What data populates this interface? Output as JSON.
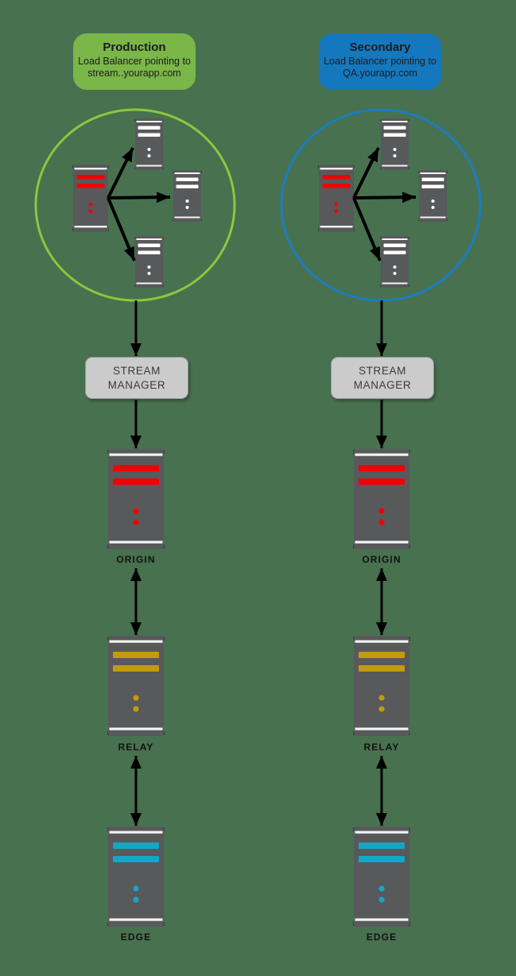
{
  "colors": {
    "background": "#48714F",
    "production_green": "#7AB648",
    "secondary_blue": "#1578BE",
    "circle_green": "#8DC63F",
    "circle_blue": "#1B7CC0",
    "server_gray": "#58595B",
    "server_stripe_white": "#F4F4F4",
    "server_feet_dark": "#3E4041",
    "origin_red": "#EE0404",
    "relay_gold": "#C29B0E",
    "edge_cyan": "#17A6C6",
    "stream_manager_gray": "#CBCBCB",
    "arrow_black": "#000000"
  },
  "columns": [
    {
      "id": "production",
      "env_label": {
        "title": "Production",
        "line1": "Load Balancer pointing to",
        "line2": "stream..yourapp.com"
      },
      "circle_color": "#8DC63F",
      "cluster": {
        "load_balancer_icon": "server-tower-red-icon",
        "node_icon": "server-tower-white-icon",
        "node_count": 3
      },
      "stream_manager": {
        "line1": "STREAM",
        "line2": "MANAGER"
      },
      "tiers": [
        {
          "label": "ORIGIN",
          "accent": "#EE0404"
        },
        {
          "label": "RELAY",
          "accent": "#C29B0E"
        },
        {
          "label": "EDGE",
          "accent": "#17A6C6"
        }
      ]
    },
    {
      "id": "secondary",
      "env_label": {
        "title": "Secondary",
        "line1": "Load Balancer pointing to",
        "line2": "QA.yourapp.com"
      },
      "circle_color": "#1B7CC0",
      "cluster": {
        "load_balancer_icon": "server-tower-red-icon",
        "node_icon": "server-tower-white-icon",
        "node_count": 3
      },
      "stream_manager": {
        "line1": "STREAM",
        "line2": "MANAGER"
      },
      "tiers": [
        {
          "label": "ORIGIN",
          "accent": "#EE0404"
        },
        {
          "label": "RELAY",
          "accent": "#C29B0E"
        },
        {
          "label": "EDGE",
          "accent": "#17A6C6"
        }
      ]
    }
  ]
}
